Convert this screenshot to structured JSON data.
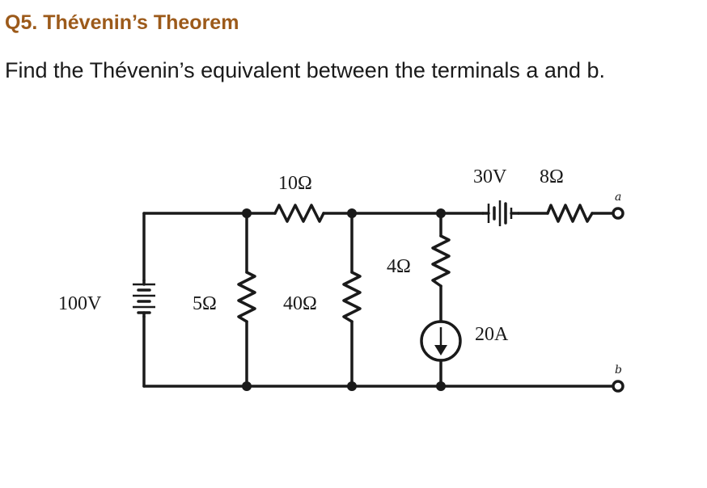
{
  "question": {
    "title": "Q5. Thévenin’s Theorem",
    "text": "Find the Thévenin’s equivalent between the terminals a and b."
  },
  "circuit": {
    "labels": {
      "r_10": "10Ω",
      "v_30": "30V",
      "r_8": "8Ω",
      "terminal_a": "a",
      "r_4": "4Ω",
      "v_100": "100V",
      "r_5": "5Ω",
      "r_40": "40Ω",
      "i_20": "20A",
      "terminal_b": "b"
    },
    "colors": {
      "title": "#9c5a1a",
      "ink": "#1a1a1a"
    }
  }
}
